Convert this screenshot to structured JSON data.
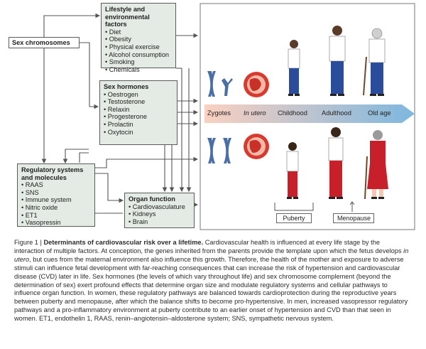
{
  "boxes": {
    "sex_chromosomes": "Sex chromosomes",
    "lifestyle": {
      "title": "Lifestyle and environmental factors",
      "items": [
        "Diet",
        "Obesity",
        "Physical exercise",
        "Alcohol consumption",
        "Smoking",
        "Chemicals"
      ]
    },
    "hormones": {
      "title": "Sex hormones",
      "items": [
        "Oestrogen",
        "Testosterone",
        "Relaxin",
        "Progesterone",
        "Prolactin",
        "Oxytocin"
      ]
    },
    "regulatory": {
      "title": "Regulatory systems and molecules",
      "items": [
        "RAAS",
        "SNS",
        "Immune system",
        "Nitric oxide",
        "ET1",
        "Vasopressin"
      ]
    },
    "organ": {
      "title": "Organ function",
      "items": [
        "Cardiovasculature",
        "Kidneys",
        "Brain"
      ]
    }
  },
  "stages": [
    "Zygotes",
    "In utero",
    "Childhood",
    "Adulthood",
    "Old age"
  ],
  "markers": {
    "puberty": "Puberty",
    "menopause": "Menopause"
  },
  "colors": {
    "box_fill": "#e4ebe4",
    "timeline_start": "#fbd0c0",
    "timeline_end": "#7db7df",
    "male_blue": "#2b4c9a",
    "female_red": "#c8202a",
    "chromosome_blue": "#4a6fa6"
  },
  "caption": {
    "label": "Figure 1 | ",
    "title": "Determinants of cardiovascular risk over a lifetime.",
    "p1": " Cardiovascular health is influenced at every life stage by the interaction of multiple factors. At conception, the genes inherited from the parents provide the template upon which the fetus develops ",
    "em1": "in utero",
    "p2": ", but cues from the maternal environment also influence this growth. Therefore, the health of the mother and exposure to adverse stimuli can influence fetal development with far-reaching consequences that can increase the risk of hypertension and cardiovascular disease (CVD) later in life. Sex hormones (the levels of which vary throughout life) and sex chromosome complement (beyond the determination of sex) exert profound effects that determine organ size and modulate regulatory systems and cellular pathways to influence organ function. In women, these regulatory pathways are balanced towards cardioprotection during the reproductive years between puberty and menopause, after which the balance shifts to become pro-hypertensive. In men, increased vasopressor regulatory pathways and a pro-inflammatory environment at puberty contribute to an earlier onset of hypertension and CVD than that seen in women. ET1, endothelin 1, RAAS, renin–angiotensin–aldosterone system; SNS, sympathetic nervous system."
  }
}
